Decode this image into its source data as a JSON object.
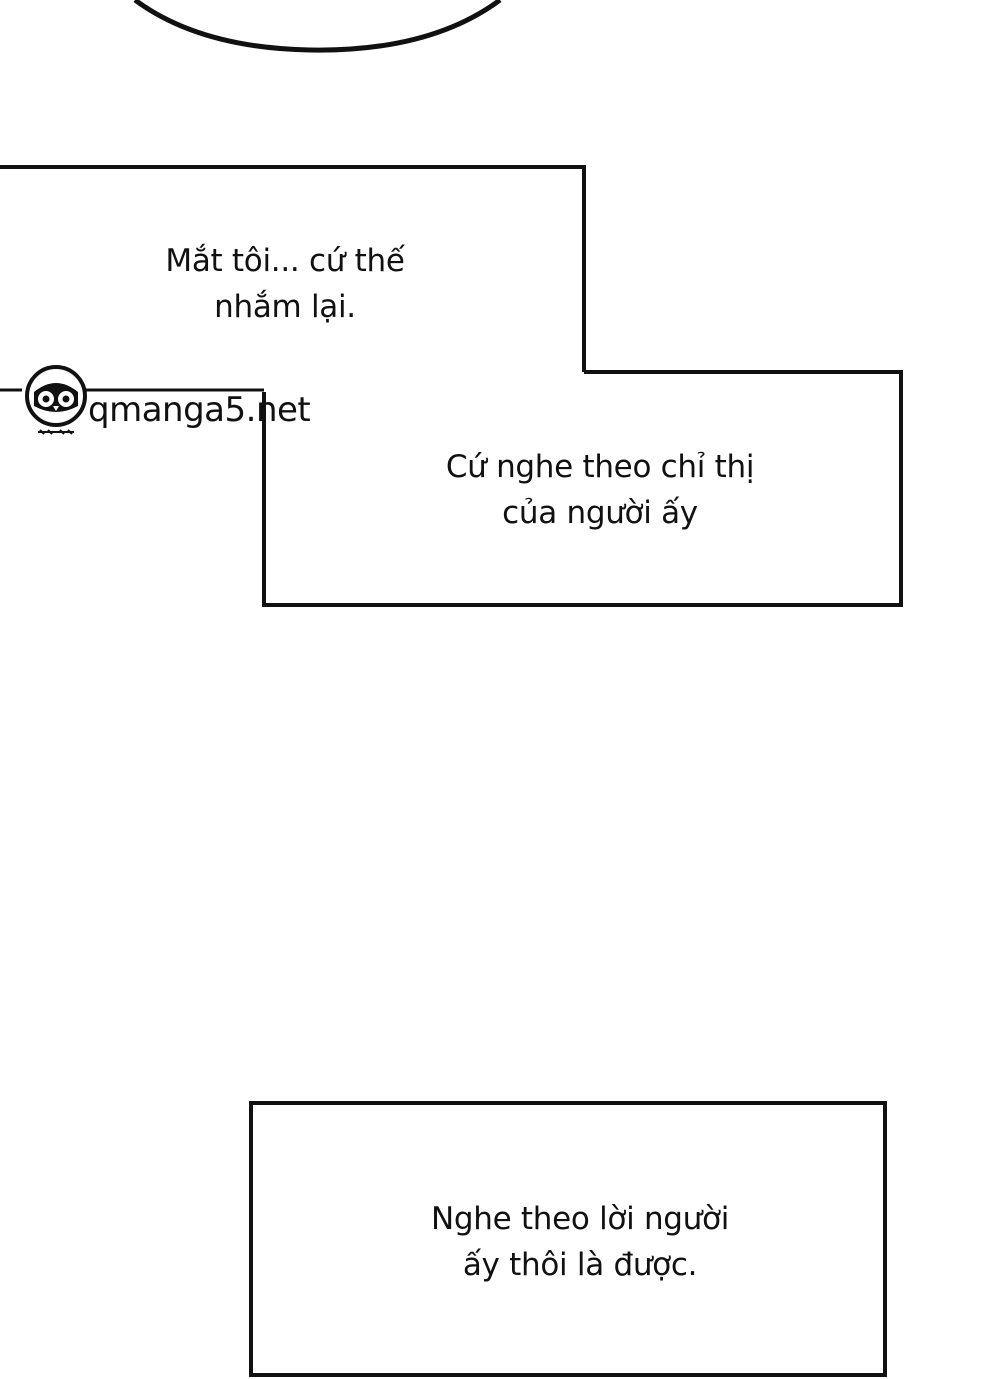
{
  "captions": [
    {
      "lines": [
        "Mắt tôi... cứ thế",
        "nhắm lại."
      ]
    },
    {
      "lines": [
        "Cứ nghe theo chỉ thị",
        "của người ấy"
      ]
    },
    {
      "lines": [
        "Nghe theo lời người",
        "ấy thôi là được."
      ]
    }
  ],
  "watermark": {
    "text": "qmanga5.net",
    "icon": "owl-icon"
  },
  "colors": {
    "ink": "#111111",
    "background": "#ffffff"
  }
}
